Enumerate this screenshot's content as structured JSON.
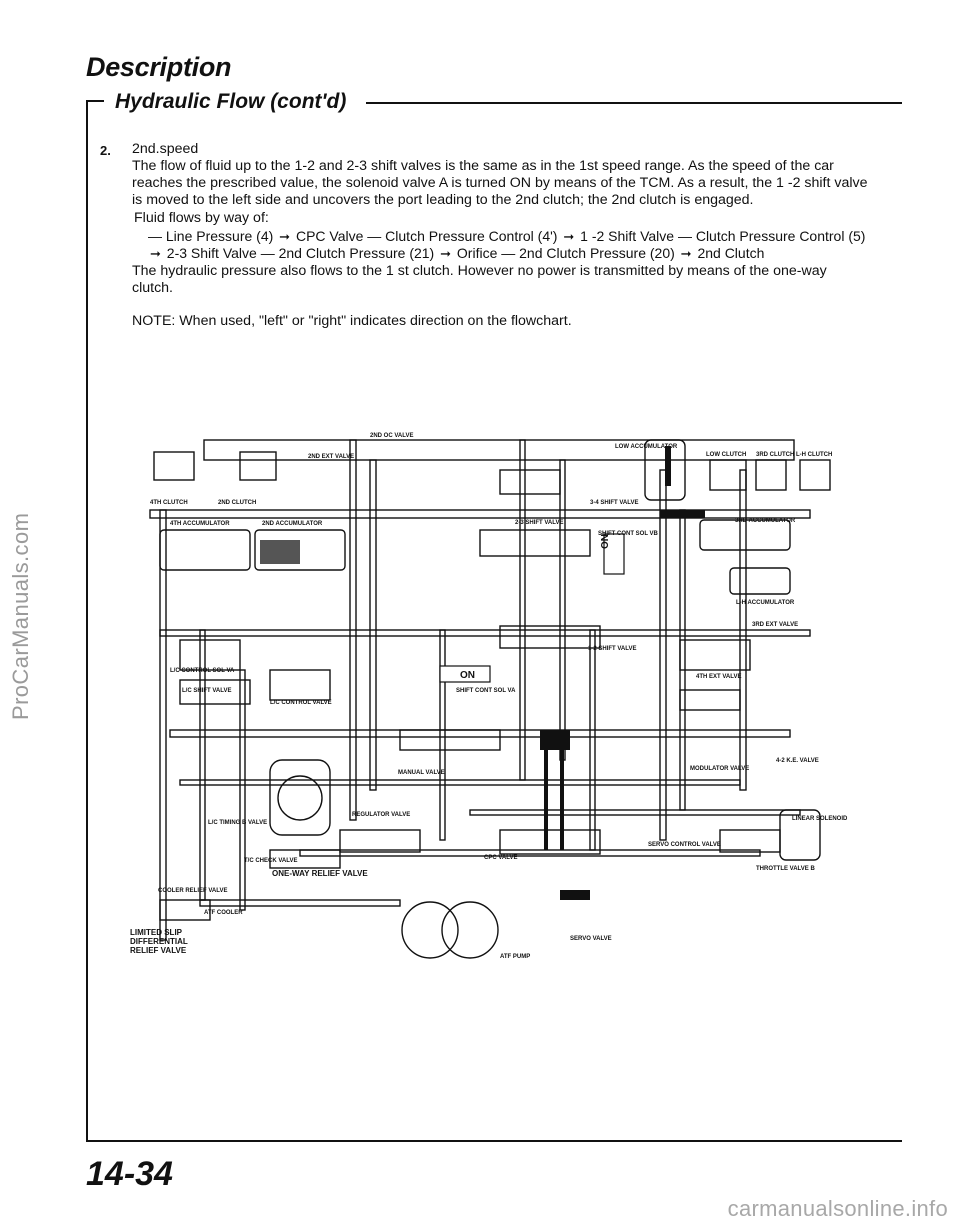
{
  "section_title": "Description",
  "subsection_title": "Hydraulic Flow (cont'd)",
  "item": {
    "number": "2.",
    "title": "2nd.speed",
    "paragraph_lines": [
      "The flow of fluid up to the 1-2 and 2-3 shift valves is the same as in the 1st speed range. As the speed of the car",
      "reaches the prescribed value, the solenoid valve A is turned ON by means of the TCM. As a result, the 1 -2 shift valve",
      "is moved to the left side and uncovers the port leading to the 2nd clutch; the 2nd clutch is engaged."
    ],
    "flow_intro": "Fluid flows by way of:",
    "flow_line1": [
      "— Line Pressure (4)",
      "CPC Valve — Clutch Pressure Control (4')",
      "1 -2 Shift Valve — Clutch Pressure Control (5)"
    ],
    "flow_line2": [
      "2-3 Shift Valve — 2nd Clutch Pressure (21)",
      "Orifice — 2nd Clutch Pressure (20)",
      "2nd Clutch"
    ],
    "closing_lines": [
      "The hydraulic pressure also flows to the 1 st clutch. However no power is transmitted by means of the one-way",
      "clutch."
    ],
    "note": "NOTE: When used, \"left\" or \"right\" indicates direction on the flowchart."
  },
  "diagram": {
    "labels": {
      "second_oc_valve": "2ND OC VALVE",
      "low_accumulator": "LOW ACCUMULATOR",
      "low_clutch": "LOW CLUTCH",
      "third_clutch": "3RD CLUTCH",
      "l_h_clutch": "L-H CLUTCH",
      "second_ext_valve": "2ND EXT VALVE",
      "fourth_clutch": "4TH CLUTCH",
      "second_clutch": "2ND CLUTCH",
      "fourth_accumulator": "4TH ACCUMULATOR",
      "second_accumulator": "2ND ACCUMULATOR",
      "third_accumulator": "3RD ACCUMULATOR",
      "l_h_accumulator": "L-H ACCUMULATOR",
      "two_three_shift_valve": "2-3 SHIFT VALVE",
      "one_two_shift_valve": "1-2 SHIFT VALVE",
      "three_four_shift_valve": "3-4 SHIFT VALVE",
      "shift_cont_sol_va": "SHIFT CONT SOL VA",
      "shift_cont_sol_vb": "SHIFT CONT SOL VB",
      "on": "ON",
      "lc_control_sol_va": "L/C CONTROL SOL VA",
      "lc_shift_valve": "L/C SHIFT VALVE",
      "lc_control_valve": "L/C CONTROL VALVE",
      "lc_timing_b_valve": "L/C TIMING B VALVE",
      "tc_check_valve": "T/C CHECK VALVE",
      "one_way_relief_valve": "ONE-WAY RELIEF VALVE",
      "cooler_relief_valve": "COOLER RELIEF VALVE",
      "atf_cooler": "ATF COOLER",
      "limited_slip": "LIMITED SLIP",
      "differential": "DIFFERENTIAL",
      "relief_valve": "RELIEF VALVE",
      "manual_valve": "MANUAL VALVE",
      "regulator_valve": "REGULATOR VALVE",
      "cpc_valve": "CPC VALVE",
      "servo_control_valve": "SERVO CONTROL VALVE",
      "servo_valve": "SERVO VALVE",
      "atf_pump": "ATF PUMP",
      "linear_solenoid": "LINEAR SOLENOID",
      "throttle_valve_b": "THROTTLE VALVE B",
      "fourth_ext_valve": "4TH EXT VALVE",
      "modulator_valve": "MODULATOR VALVE",
      "three_four_h_e_valve": "4-2 K.E. VALVE",
      "third_ext_valve": "3RD EXT VALVE"
    }
  },
  "page_number": "14-34",
  "watermarks": {
    "side": "ProCarManuals.com",
    "bottom": "carmanualsonline.info"
  },
  "colors": {
    "ink": "#111111",
    "watermark": "#9a9a9a"
  }
}
